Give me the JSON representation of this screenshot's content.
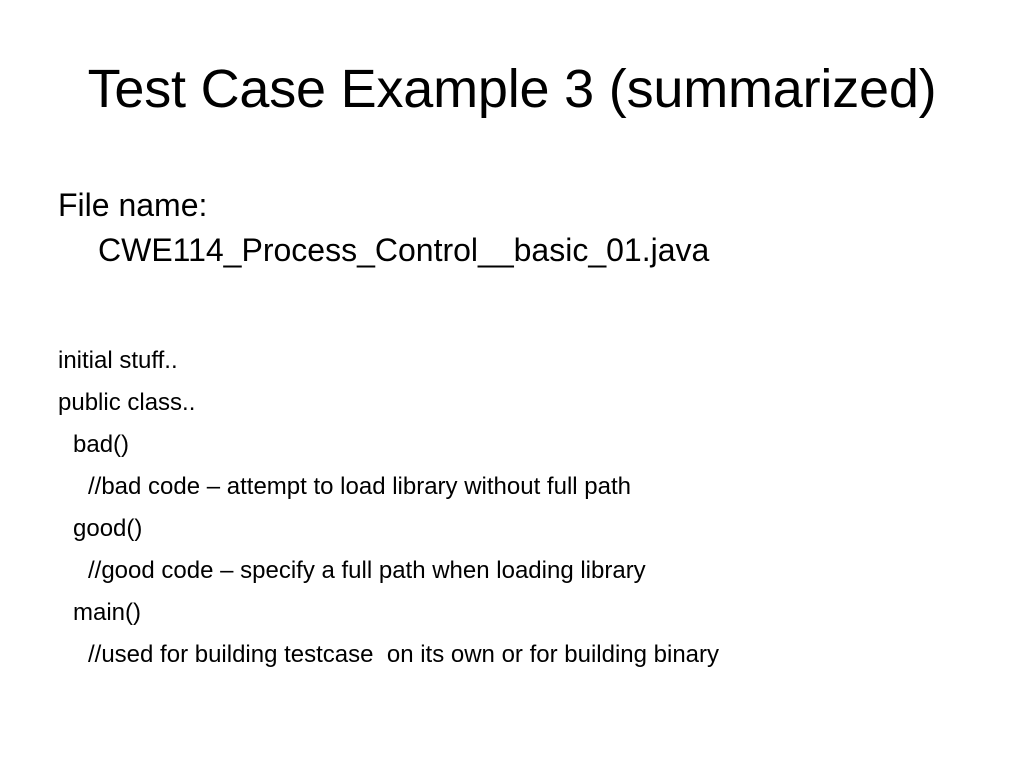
{
  "slide": {
    "title": "Test Case Example 3 (summarized)",
    "background_color": "#ffffff",
    "text_color": "#000000",
    "file_name": {
      "label": "File name:",
      "value": "CWE114_Process_Control__basic_01.java"
    },
    "code_lines": [
      {
        "text": "initial stuff..",
        "indent": 0
      },
      {
        "text": "public class..",
        "indent": 0
      },
      {
        "text": "bad()",
        "indent": 1
      },
      {
        "text": "//bad code – attempt to load library without full path",
        "indent": 2
      },
      {
        "text": "good()",
        "indent": 1
      },
      {
        "text": "//good code – specify a full path when loading library",
        "indent": 2
      },
      {
        "text": "main()",
        "indent": 1
      },
      {
        "text": "//used for building testcase  on its own or for building binary",
        "indent": 2
      }
    ]
  }
}
